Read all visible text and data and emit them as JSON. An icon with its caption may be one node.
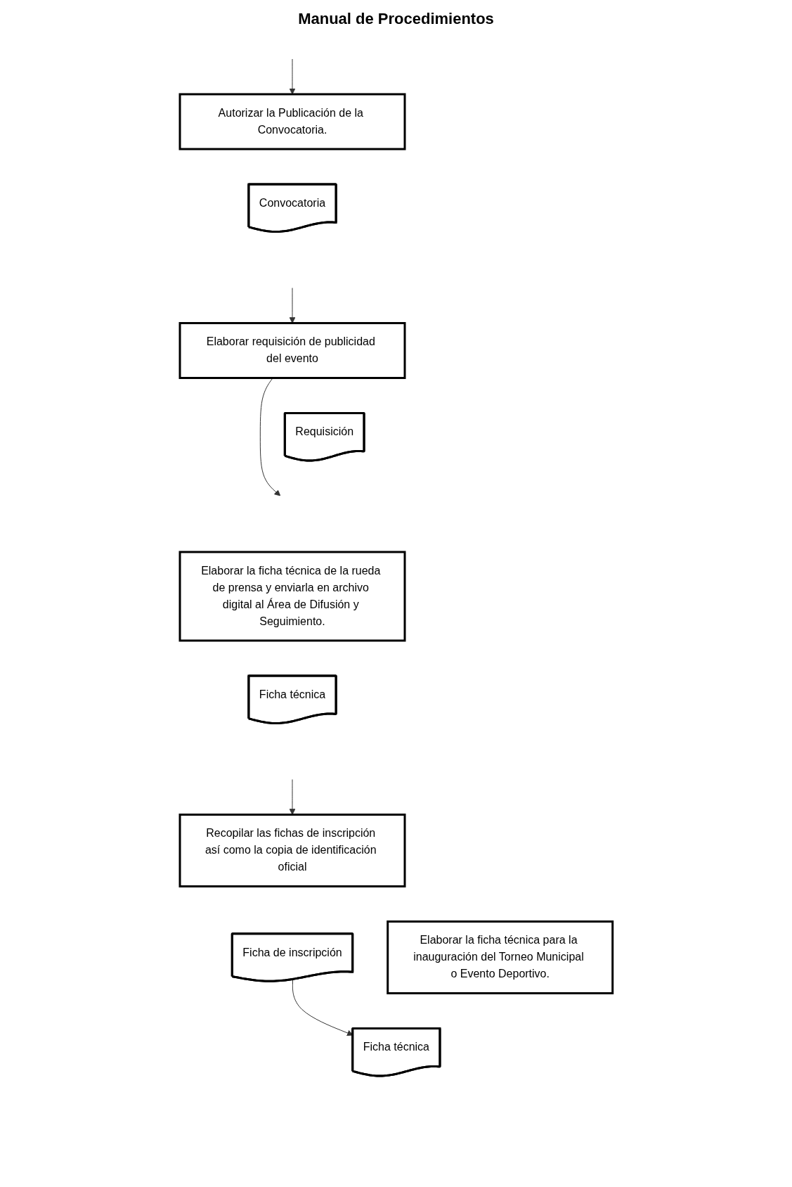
{
  "diagram": {
    "title": "Manual de Procedimientos",
    "nodes": [
      {
        "text": [
          "Autorizar la Publicación de la Convocatoria."
        ]
      },
      {
        "text": [
          "Convocatoria"
        ]
      },
      {
        "text": [
          "Elaborar requisición de publicidad del evento"
        ]
      },
      {
        "text": [
          "Requisición"
        ]
      },
      {
        "text": [
          "Elaborar la ficha técnica de la rueda de prensa y enviarla en archivo digital al Área de Difusión y Seguimiento."
        ]
      },
      {
        "text": [
          "Ficha técnica"
        ]
      },
      {
        "text": [
          "Recopilar las fichas de inscripción así como la copia de identificación oficial"
        ]
      },
      {
        "text": [
          "Ficha de inscripción"
        ]
      },
      {
        "text": [
          "Elaborar la ficha técnica para la inauguración del Torneo Municipal o Evento Deportivo."
        ]
      },
      {
        "text": [
          "Ficha técnica"
        ]
      }
    ],
    "edges": [
      {
        "from": null,
        "to": 0,
        "arrow": "to"
      },
      {
        "from": null,
        "to": 2,
        "arrow": "to"
      },
      {
        "from": 2,
        "to": null,
        "arrow": "to"
      },
      {
        "from": null,
        "to": 6,
        "arrow": "to"
      },
      {
        "from": 7,
        "to": 9,
        "arrow": "to"
      }
    ]
  }
}
